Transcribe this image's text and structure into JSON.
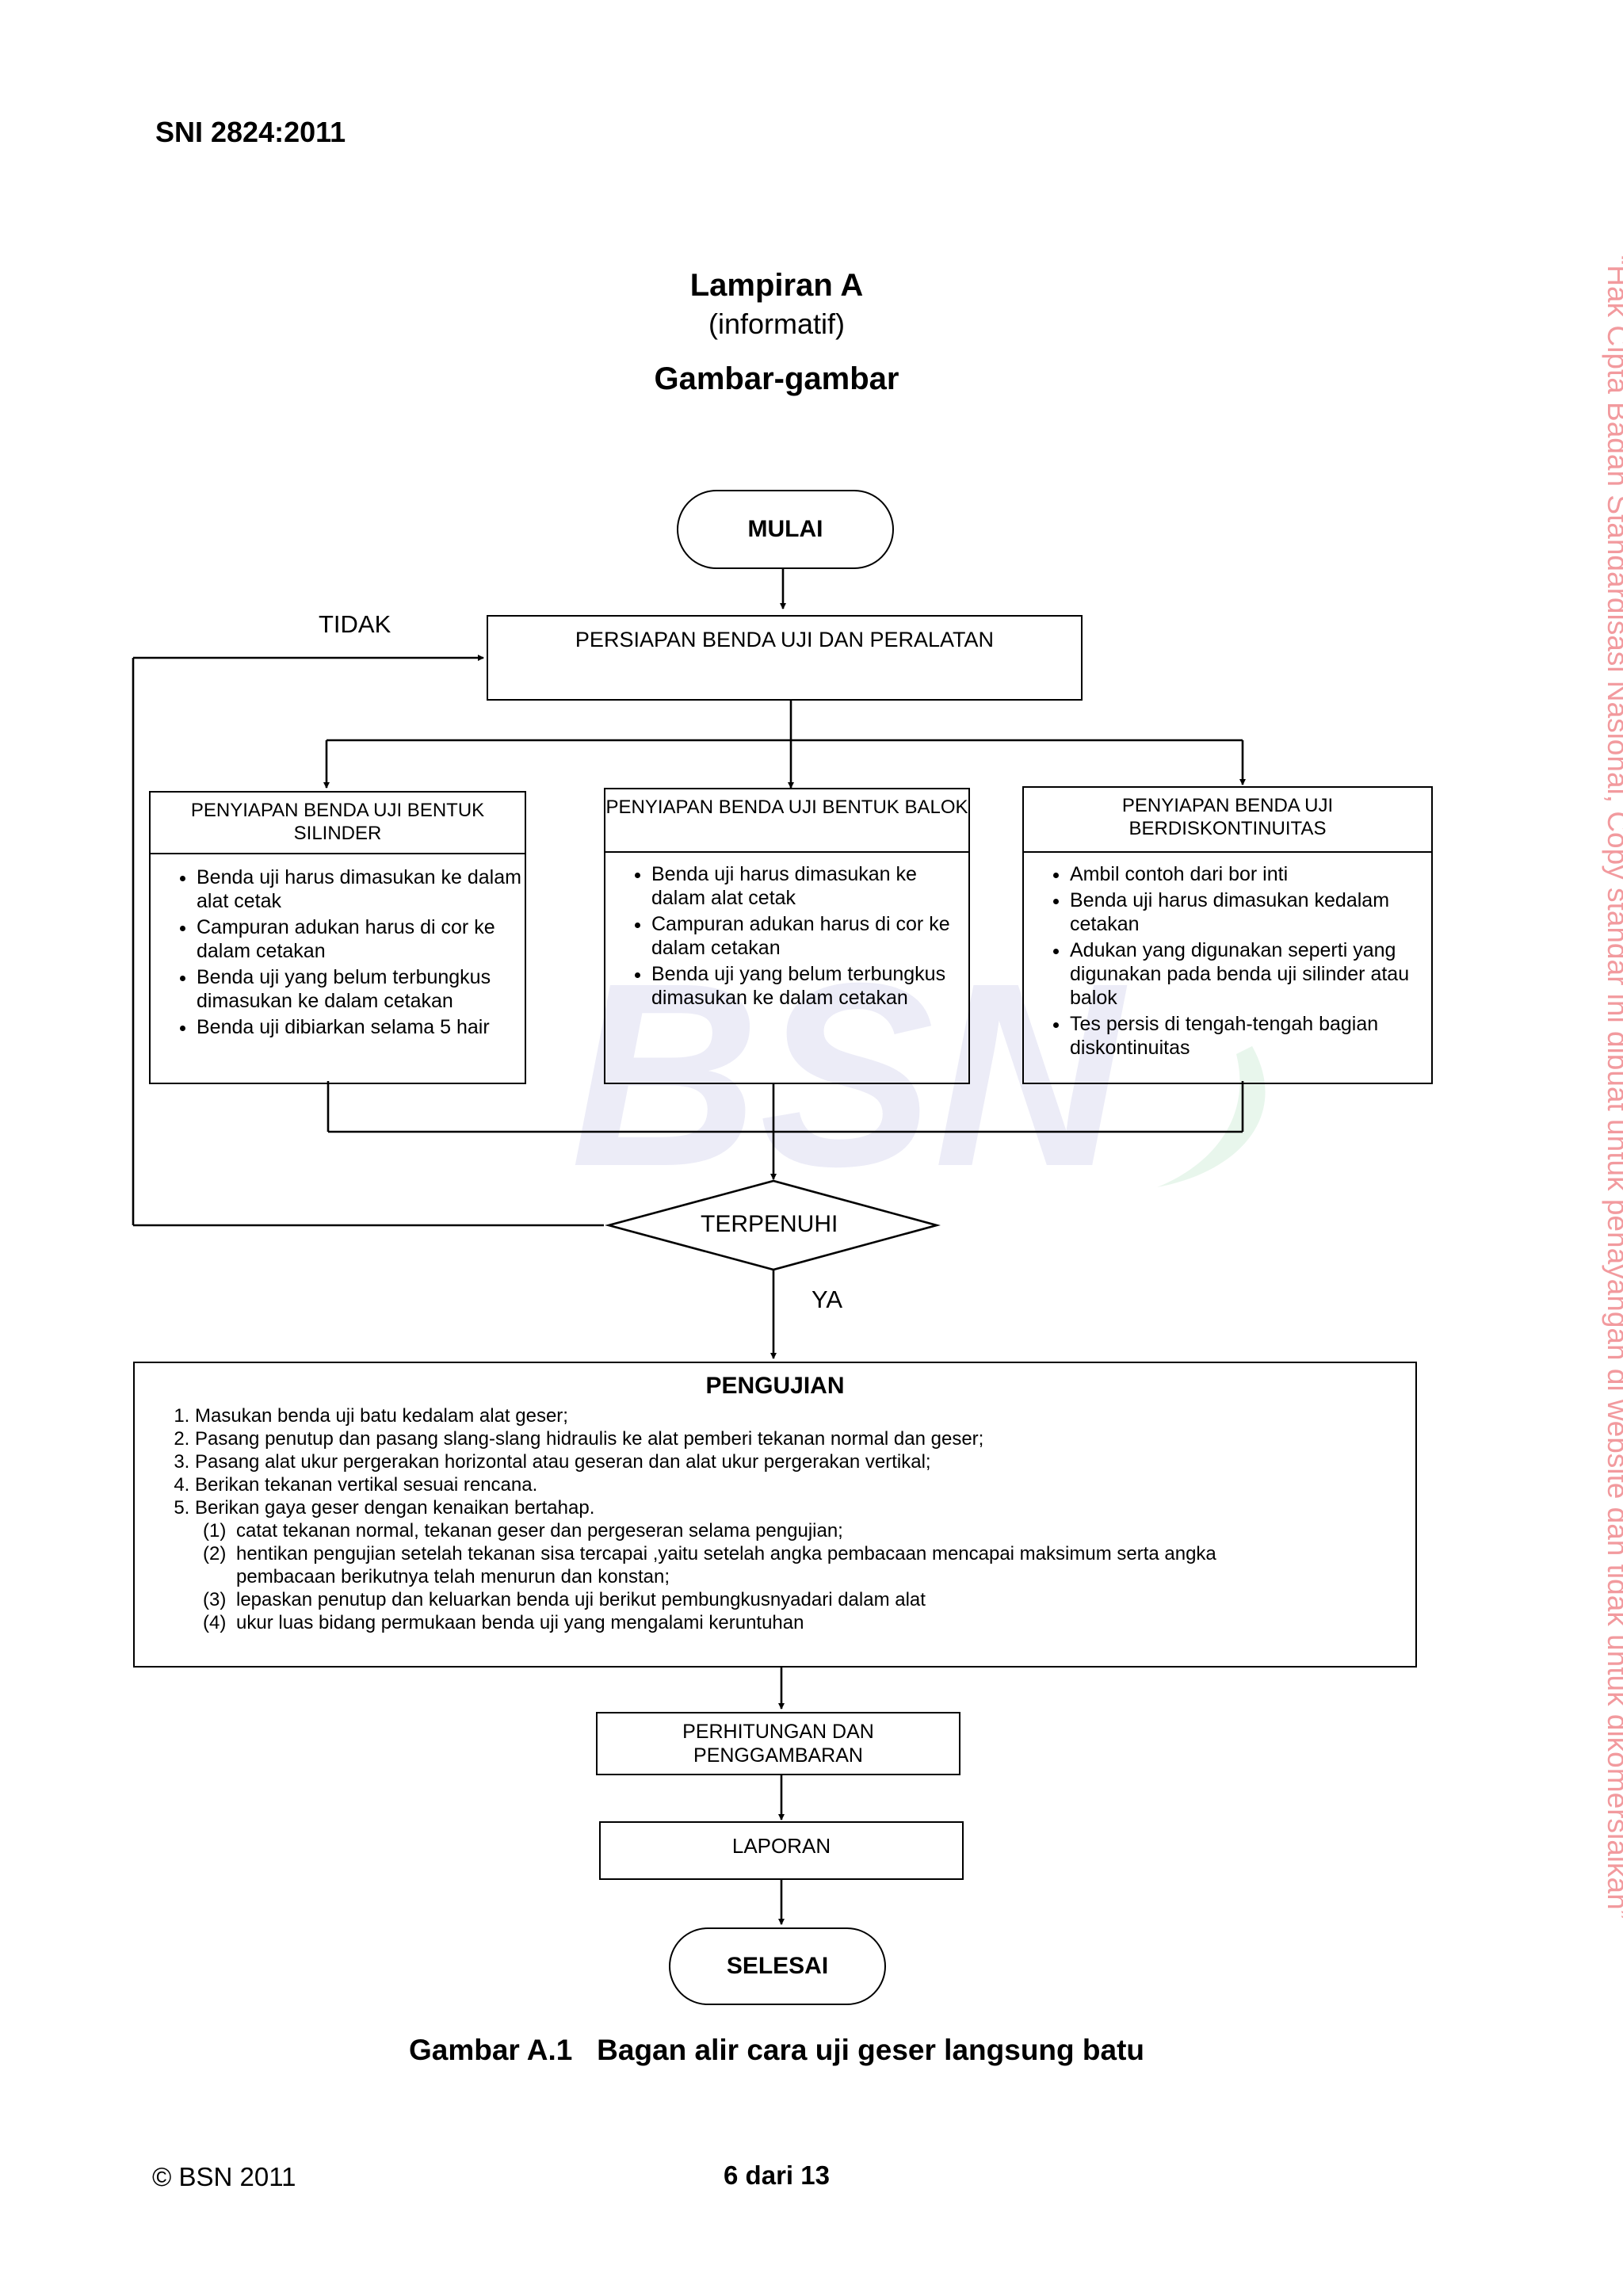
{
  "header": {
    "doc_code": "SNI 2824:2011"
  },
  "title": {
    "annex": "Lampiran A",
    "type": "(informatif)",
    "section": "Gambar-gambar"
  },
  "flow": {
    "start": "MULAI",
    "prep": "PERSIAPAN BENDA UJI DAN PERALATAN",
    "no_label": "TIDAK",
    "branches": [
      {
        "title": "PENYIAPAN BENDA UJI BENTUK SILINDER",
        "items": [
          "Benda uji harus dimasukan ke dalam alat cetak",
          "Campuran adukan harus di cor ke dalam cetakan",
          "Benda uji yang belum terbungkus dimasukan ke dalam cetakan",
          "Benda uji dibiarkan selama 5 hair"
        ]
      },
      {
        "title": "PENYIAPAN BENDA UJI BENTUK BALOK",
        "items": [
          "Benda uji harus dimasukan ke dalam alat cetak",
          "Campuran adukan harus di cor ke dalam cetakan",
          "Benda uji yang belum terbungkus dimasukan ke dalam cetakan"
        ]
      },
      {
        "title": "PENYIAPAN BENDA UJI BERDISKONTINUITAS",
        "items": [
          "Ambil contoh dari bor inti",
          "Benda uji harus dimasukan kedalam cetakan",
          "Adukan yang digunakan seperti yang digunakan pada benda uji silinder atau balok",
          "Tes persis di tengah-tengah  bagian diskontinuitas"
        ]
      }
    ],
    "decision": "TERPENUHI",
    "yes_label": "YA",
    "test": {
      "title": "PENGUJIAN",
      "steps": [
        "Masukan benda uji batu kedalam alat geser;",
        "Pasang penutup dan pasang slang-slang hidraulis ke alat pemberi tekanan normal dan geser;",
        "Pasang alat ukur pergerakan horizontal atau geseran dan alat ukur pergerakan vertikal;",
        "Berikan tekanan vertikal sesuai rencana.",
        "Berikan gaya geser dengan kenaikan bertahap."
      ],
      "substeps": [
        {
          "num": "(1)",
          "text": "catat tekanan normal, tekanan geser dan pergeseran selama pengujian;"
        },
        {
          "num": "(2)",
          "text": "hentikan pengujian setelah tekanan sisa tercapai ,yaitu setelah angka pembacaan mencapai maksimum serta angka pembacaan berikutnya telah menurun dan konstan;"
        },
        {
          "num": "(3)",
          "text": "lepaskan penutup dan keluarkan benda uji berikut pembungkusnyadari dalam alat"
        },
        {
          "num": "(4)",
          "text": "ukur luas bidang permukaan benda uji yang mengalami keruntuhan"
        }
      ]
    },
    "calc": "PERHITUNGAN DAN PENGGAMBARAN",
    "report": "LAPORAN",
    "end": "SELESAI"
  },
  "caption": "Gambar A.1   Bagan alir cara uji geser langsung batu",
  "footer": {
    "copyright": "© BSN 2011",
    "page": "6 dari 13"
  },
  "watermark": "“Hak Cipta Badan Standardisasi Nasional, Copy standar ini dibuat untuk penayangan di website dan tidak untuk dikomersialkan”",
  "colors": {
    "watermark": "#f29a9e",
    "logo_blue": "#ececf7",
    "logo_green": "#e8f6ec"
  }
}
